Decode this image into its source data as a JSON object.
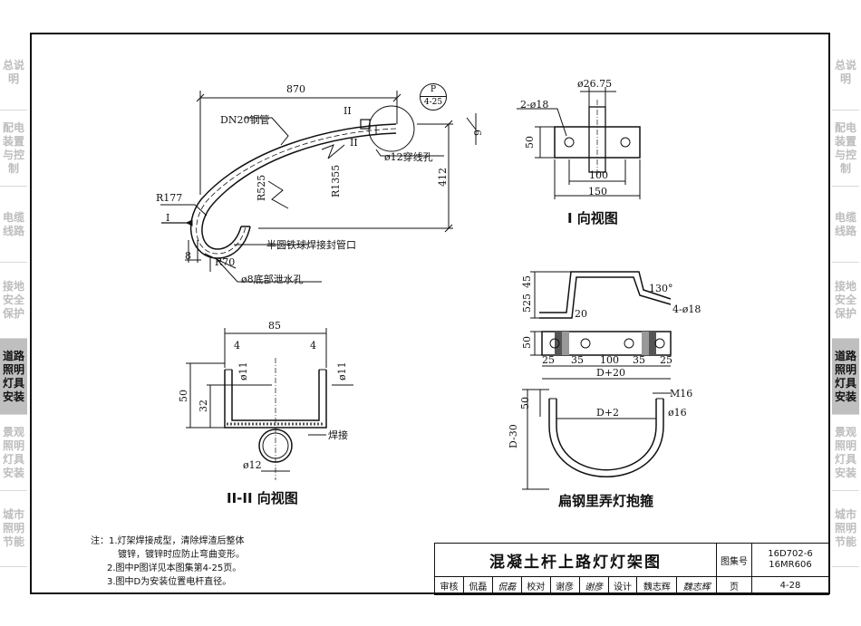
{
  "sidebar": {
    "left": [
      {
        "label": "总说明",
        "active": false
      },
      {
        "label": "配电装置与控制",
        "active": false
      },
      {
        "label": "电缆线路",
        "active": false
      },
      {
        "label": "接地安全保护",
        "active": false
      },
      {
        "label": "道路照明灯具安装",
        "active": true
      },
      {
        "label": "景观照明灯具安装",
        "active": false
      },
      {
        "label": "城市照明节能",
        "active": false
      }
    ],
    "right": [
      {
        "label": "总说明",
        "active": false
      },
      {
        "label": "配电装置与控制",
        "active": false
      },
      {
        "label": "电缆线路",
        "active": false
      },
      {
        "label": "接地安全保护",
        "active": false
      },
      {
        "label": "道路照明灯具安装",
        "active": true
      },
      {
        "label": "景观照明灯具安装",
        "active": false
      },
      {
        "label": "城市照明节能",
        "active": false
      }
    ]
  },
  "main_view": {
    "dim_870": "870",
    "pipe_label": "DN20钢管",
    "section_mark_ii": "II",
    "balloon_top": "P",
    "balloon_bottom": "4-25",
    "dim_412": "412",
    "dim_9": "9",
    "hole_label": "ø12穿线孔",
    "r1355": "R1355",
    "r525": "R525",
    "r177": "R177",
    "view_mark_i": "I",
    "r70": "R70",
    "dim_8": "8",
    "weld_cap": "半圆铁球焊接封管口",
    "drain_hole": "ø8底部泄水孔"
  },
  "view_i": {
    "dia": "ø26.75",
    "holes": "2-ø18",
    "h50": "50",
    "w100": "100",
    "w150": "150",
    "title": "I 向视图"
  },
  "view_ii": {
    "w85": "85",
    "t4a": "4",
    "t4b": "4",
    "d11a": "ø11",
    "d11b": "ø11",
    "h50": "50",
    "h32": "32",
    "weld": "焊接",
    "d12": "ø12",
    "title": "II-II 向视图"
  },
  "hoop": {
    "d45": "45",
    "d525": "525",
    "d20": "20",
    "angle": "130°",
    "holes": "4-ø18",
    "h50": "50",
    "s25a": "25",
    "s35a": "35",
    "s100": "100",
    "s35b": "35",
    "s25b": "25",
    "dplus20": "D+20",
    "h50b": "50",
    "m16": "M16",
    "d16": "ø16",
    "dplus2": "D+2",
    "dminus30": "D-30",
    "title": "扁钢里弄灯抱箍"
  },
  "notes": {
    "line1": "注：1.灯架焊接成型，清除焊渣后整体",
    "line2": "镀锌，镀锌时应防止弯曲变形。",
    "line3": "2.图中P图详见本图集第4-25页。",
    "line4": "3.图中D为安装位置电杆直径。"
  },
  "title_block": {
    "title": "混凝土杆上路灯灯架图",
    "atlas_label": "图集号",
    "atlas_no1": "16D702-6",
    "atlas_no2": "16MR606",
    "review_label": "审核",
    "review_name": "侃磊",
    "review_sig": "侃磊",
    "check_label": "校对",
    "check_name": "谢彦",
    "check_sig": "谢彦",
    "design_label": "设计",
    "design_name": "魏志辉",
    "design_sig": "魏志辉",
    "page_label": "页",
    "page_no": "4-28"
  }
}
